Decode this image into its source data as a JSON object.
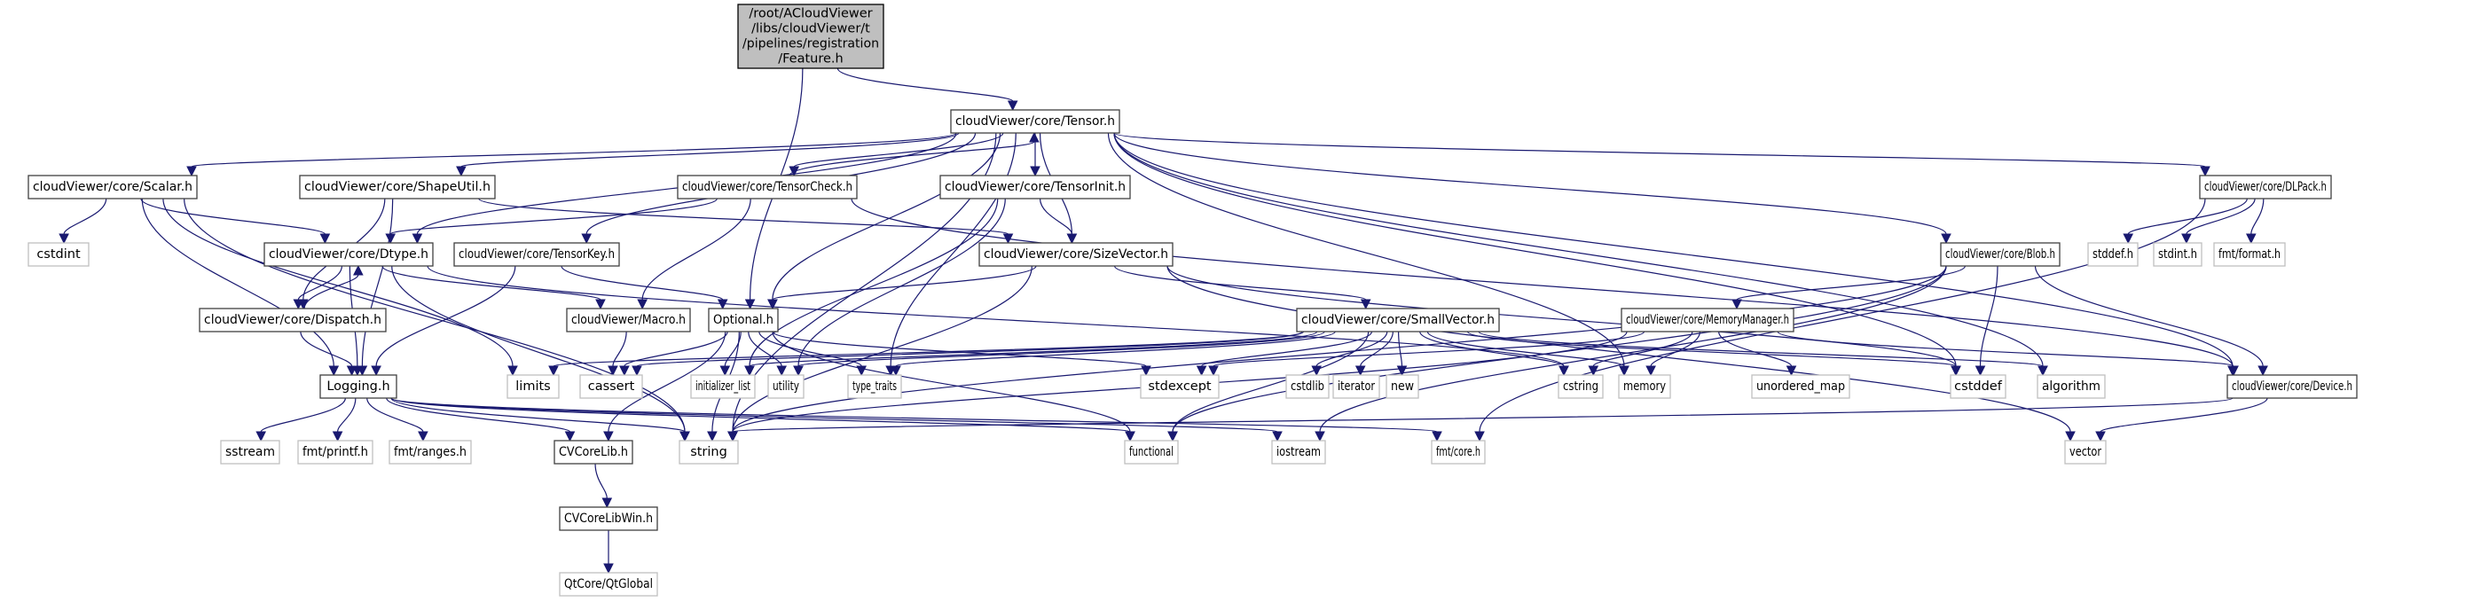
{
  "title": "Include dependency graph for Feature.h",
  "colors": {
    "edge": "#191970",
    "internal_border": "#404040",
    "external_border": "#bfbfbf",
    "root_fill": "#bfbfbf"
  },
  "nodes": [
    {
      "id": "root",
      "kind": "root",
      "lines": [
        "/root/ACloudViewer",
        "/libs/cloudViewer/t",
        "/pipelines/registration",
        "/Feature.h"
      ]
    },
    {
      "id": "tensor",
      "kind": "internal",
      "lines": [
        "cloudViewer/core/Tensor.h"
      ]
    },
    {
      "id": "scalar",
      "kind": "internal",
      "lines": [
        "cloudViewer/core/Scalar.h"
      ]
    },
    {
      "id": "shapeutil",
      "kind": "internal",
      "lines": [
        "cloudViewer/core/ShapeUtil.h"
      ]
    },
    {
      "id": "tensorcheck",
      "kind": "internal",
      "lines": [
        "cloudViewer/core/TensorCheck.h"
      ]
    },
    {
      "id": "tensorinit",
      "kind": "internal",
      "lines": [
        "cloudViewer/core/TensorInit.h"
      ]
    },
    {
      "id": "dlpack",
      "kind": "internal",
      "lines": [
        "cloudViewer/core/DLPack.h"
      ]
    },
    {
      "id": "cstdint",
      "kind": "external",
      "lines": [
        "cstdint"
      ]
    },
    {
      "id": "dtype",
      "kind": "internal",
      "lines": [
        "cloudViewer/core/Dtype.h"
      ]
    },
    {
      "id": "tensorkey",
      "kind": "internal",
      "lines": [
        "cloudViewer/core/TensorKey.h"
      ]
    },
    {
      "id": "sizevector",
      "kind": "internal",
      "lines": [
        "cloudViewer/core/SizeVector.h"
      ]
    },
    {
      "id": "blob",
      "kind": "internal",
      "lines": [
        "cloudViewer/core/Blob.h"
      ]
    },
    {
      "id": "stddef",
      "kind": "external",
      "lines": [
        "stddef.h"
      ]
    },
    {
      "id": "stdint",
      "kind": "external",
      "lines": [
        "stdint.h"
      ]
    },
    {
      "id": "fmtformat",
      "kind": "external",
      "lines": [
        "fmt/format.h"
      ]
    },
    {
      "id": "dispatch",
      "kind": "internal",
      "lines": [
        "cloudViewer/core/Dispatch.h"
      ]
    },
    {
      "id": "macro",
      "kind": "internal",
      "lines": [
        "cloudViewer/Macro.h"
      ]
    },
    {
      "id": "optional",
      "kind": "internal",
      "lines": [
        "Optional.h"
      ]
    },
    {
      "id": "smallvector",
      "kind": "internal",
      "lines": [
        "cloudViewer/core/SmallVector.h"
      ]
    },
    {
      "id": "memorymanager",
      "kind": "internal",
      "lines": [
        "cloudViewer/core/MemoryManager.h"
      ]
    },
    {
      "id": "logging",
      "kind": "internal",
      "lines": [
        "Logging.h"
      ]
    },
    {
      "id": "limits",
      "kind": "external",
      "lines": [
        "limits"
      ]
    },
    {
      "id": "cassert",
      "kind": "external",
      "lines": [
        "cassert"
      ]
    },
    {
      "id": "initializer_list",
      "kind": "external",
      "lines": [
        "initializer_list"
      ]
    },
    {
      "id": "utility",
      "kind": "external",
      "lines": [
        "utility"
      ]
    },
    {
      "id": "type_traits",
      "kind": "external",
      "lines": [
        "type_traits"
      ]
    },
    {
      "id": "stdexcept",
      "kind": "external",
      "lines": [
        "stdexcept"
      ]
    },
    {
      "id": "cstdlib",
      "kind": "external",
      "lines": [
        "cstdlib"
      ]
    },
    {
      "id": "iterator",
      "kind": "external",
      "lines": [
        "iterator"
      ]
    },
    {
      "id": "new",
      "kind": "external",
      "lines": [
        "new"
      ]
    },
    {
      "id": "cstring",
      "kind": "external",
      "lines": [
        "cstring"
      ]
    },
    {
      "id": "memory",
      "kind": "external",
      "lines": [
        "memory"
      ]
    },
    {
      "id": "unordered_map",
      "kind": "external",
      "lines": [
        "unordered_map"
      ]
    },
    {
      "id": "cstddef",
      "kind": "external",
      "lines": [
        "cstddef"
      ]
    },
    {
      "id": "algorithm",
      "kind": "external",
      "lines": [
        "algorithm"
      ]
    },
    {
      "id": "device",
      "kind": "internal",
      "lines": [
        "cloudViewer/core/Device.h"
      ]
    },
    {
      "id": "sstream",
      "kind": "external",
      "lines": [
        "sstream"
      ]
    },
    {
      "id": "fmtprintf",
      "kind": "external",
      "lines": [
        "fmt/printf.h"
      ]
    },
    {
      "id": "fmtranges",
      "kind": "external",
      "lines": [
        "fmt/ranges.h"
      ]
    },
    {
      "id": "cvcorelib",
      "kind": "internal",
      "lines": [
        "CVCoreLib.h"
      ]
    },
    {
      "id": "string",
      "kind": "external",
      "lines": [
        "string"
      ]
    },
    {
      "id": "functional",
      "kind": "external",
      "lines": [
        "functional"
      ]
    },
    {
      "id": "iostream",
      "kind": "external",
      "lines": [
        "iostream"
      ]
    },
    {
      "id": "fmtcore",
      "kind": "external",
      "lines": [
        "fmt/core.h"
      ]
    },
    {
      "id": "vector",
      "kind": "external",
      "lines": [
        "vector"
      ]
    },
    {
      "id": "cvcorelibwin",
      "kind": "internal",
      "lines": [
        "CVCoreLibWin.h"
      ]
    },
    {
      "id": "qtglobal",
      "kind": "external",
      "lines": [
        "QtCore/QtGlobal"
      ]
    }
  ],
  "edges": [
    [
      "root",
      "tensor"
    ],
    [
      "root",
      "optional"
    ],
    [
      "tensor",
      "scalar"
    ],
    [
      "tensor",
      "shapeutil"
    ],
    [
      "tensor",
      "tensorcheck"
    ],
    [
      "tensor",
      "tensorinit"
    ],
    [
      "tensor",
      "dlpack"
    ],
    [
      "tensor",
      "dtype"
    ],
    [
      "tensor",
      "tensorkey"
    ],
    [
      "tensor",
      "sizevector"
    ],
    [
      "tensor",
      "blob"
    ],
    [
      "tensor",
      "optional"
    ],
    [
      "tensor",
      "device"
    ],
    [
      "tensor",
      "string"
    ],
    [
      "tensor",
      "type_traits"
    ],
    [
      "tensor",
      "memory"
    ],
    [
      "tensor",
      "cstddef"
    ],
    [
      "tensor",
      "algorithm"
    ],
    [
      "tensorcheck",
      "tensor"
    ],
    [
      "tensorcheck",
      "dtype"
    ],
    [
      "tensorcheck",
      "macro"
    ],
    [
      "tensorcheck",
      "device"
    ],
    [
      "scalar",
      "cstdint"
    ],
    [
      "scalar",
      "dtype"
    ],
    [
      "scalar",
      "logging"
    ],
    [
      "scalar",
      "limits"
    ],
    [
      "scalar",
      "string"
    ],
    [
      "shapeutil",
      "sizevector"
    ],
    [
      "shapeutil",
      "dispatch"
    ],
    [
      "shapeutil",
      "logging"
    ],
    [
      "tensorinit",
      "sizevector"
    ],
    [
      "tensorinit",
      "initializer_list"
    ],
    [
      "tensorinit",
      "utility"
    ],
    [
      "dlpack",
      "stddef"
    ],
    [
      "dlpack",
      "stdint"
    ],
    [
      "dlpack",
      "fmtformat"
    ],
    [
      "dlpack",
      "fmtcore"
    ],
    [
      "dtype",
      "dispatch"
    ],
    [
      "dtype",
      "logging"
    ],
    [
      "dtype",
      "macro"
    ],
    [
      "dtype",
      "string"
    ],
    [
      "dtype",
      "cstring"
    ],
    [
      "dispatch",
      "dtype"
    ],
    [
      "dispatch",
      "logging"
    ],
    [
      "tensorkey",
      "optional"
    ],
    [
      "tensorkey",
      "logging"
    ],
    [
      "sizevector",
      "optional"
    ],
    [
      "sizevector",
      "smallvector"
    ],
    [
      "sizevector",
      "cstddef"
    ],
    [
      "sizevector",
      "string"
    ],
    [
      "sizevector",
      "vector"
    ],
    [
      "blob",
      "memorymanager"
    ],
    [
      "blob",
      "device"
    ],
    [
      "blob",
      "cstddef"
    ],
    [
      "blob",
      "string"
    ],
    [
      "blob",
      "functional"
    ],
    [
      "blob",
      "iostream"
    ],
    [
      "macro",
      "cassert"
    ],
    [
      "optional",
      "cassert"
    ],
    [
      "optional",
      "initializer_list"
    ],
    [
      "optional",
      "utility"
    ],
    [
      "optional",
      "type_traits"
    ],
    [
      "optional",
      "stdexcept"
    ],
    [
      "optional",
      "string"
    ],
    [
      "optional",
      "functional"
    ],
    [
      "optional",
      "cvcorelib"
    ],
    [
      "smallvector",
      "cstdlib"
    ],
    [
      "smallvector",
      "iterator"
    ],
    [
      "smallvector",
      "new"
    ],
    [
      "smallvector",
      "cstring"
    ],
    [
      "smallvector",
      "memory"
    ],
    [
      "smallvector",
      "cassert"
    ],
    [
      "smallvector",
      "limits"
    ],
    [
      "smallvector",
      "initializer_list"
    ],
    [
      "smallvector",
      "utility"
    ],
    [
      "smallvector",
      "type_traits"
    ],
    [
      "smallvector",
      "stdexcept"
    ],
    [
      "smallvector",
      "cstddef"
    ],
    [
      "smallvector",
      "algorithm"
    ],
    [
      "smallvector",
      "functional"
    ],
    [
      "memorymanager",
      "cstring"
    ],
    [
      "memorymanager",
      "memory"
    ],
    [
      "memorymanager",
      "unordered_map"
    ],
    [
      "memorymanager",
      "stdexcept"
    ],
    [
      "memorymanager",
      "device"
    ],
    [
      "memorymanager",
      "string"
    ],
    [
      "device",
      "string"
    ],
    [
      "device",
      "vector"
    ],
    [
      "logging",
      "sstream"
    ],
    [
      "logging",
      "fmtprintf"
    ],
    [
      "logging",
      "fmtranges"
    ],
    [
      "logging",
      "cvcorelib"
    ],
    [
      "logging",
      "string"
    ],
    [
      "logging",
      "functional"
    ],
    [
      "logging",
      "iostream"
    ],
    [
      "logging",
      "fmtcore"
    ],
    [
      "cvcorelib",
      "cvcorelibwin"
    ],
    [
      "cvcorelibwin",
      "qtglobal"
    ]
  ]
}
